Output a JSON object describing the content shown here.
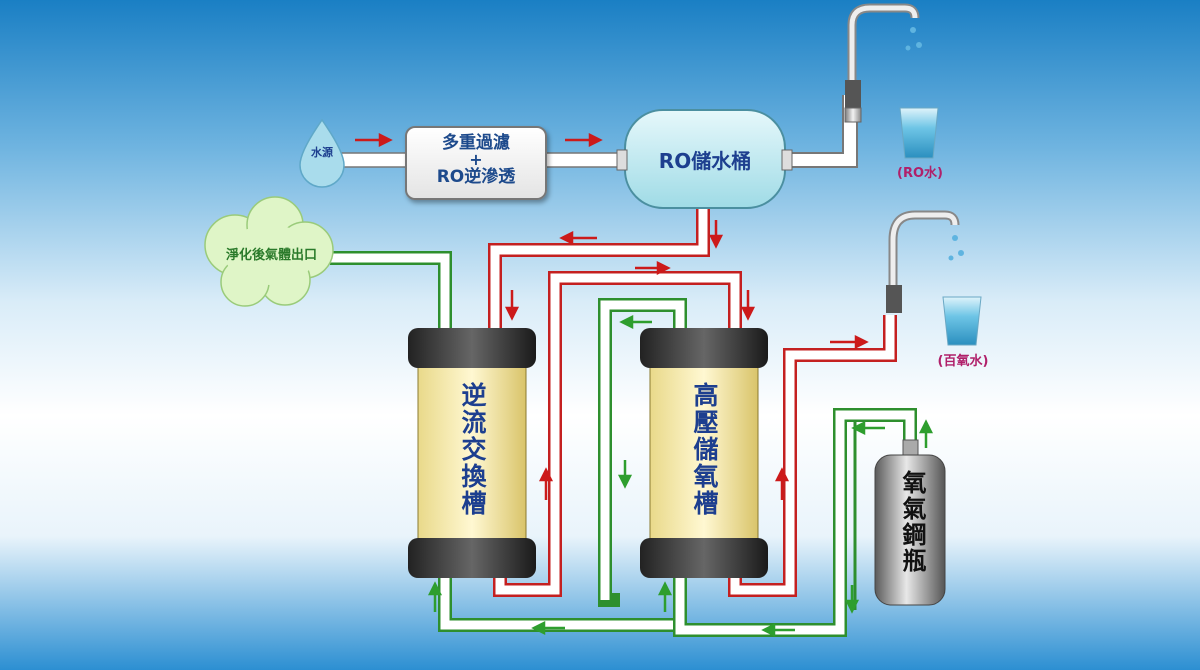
{
  "labels": {
    "water_source": "水源",
    "filter_line1": "多重過濾",
    "filter_line2": "+",
    "filter_line3": "RO逆滲透",
    "ro_tank": "RO儲水桶",
    "gas_outlet": "淨化後氣體出口",
    "exchange_tank": "逆流交換槽",
    "storage_tank": "高壓儲氧槽",
    "oxygen_cylinder": "氧氣鋼瓶",
    "ro_water": "(RO水)",
    "oxygen_water": "(百氧水)"
  },
  "colors": {
    "water_flow_arrow": "#cc1a1a",
    "gas_flow_arrow": "#2e9e2e",
    "tank_body": "#f6ecb0",
    "label_text": "#1d3f8f",
    "outlet_text": "#2a7a2a",
    "cup_label_text": "#b0206a"
  }
}
